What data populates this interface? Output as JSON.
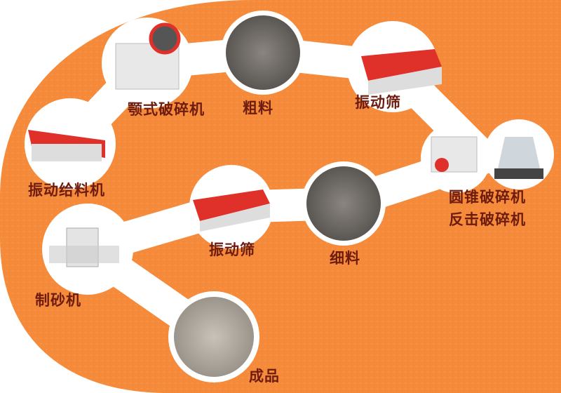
{
  "colors": {
    "background": "#f58a3a",
    "path": "#ffffff",
    "label": "#6e1c10",
    "accent_red": "#e0302a"
  },
  "nodes": [
    {
      "label": "振动给料机",
      "icon": "vibrating-feeder"
    },
    {
      "label": "颚式破碎机",
      "icon": "jaw-crusher"
    },
    {
      "label": "粗料",
      "icon": "coarse-aggregate"
    },
    {
      "label": "振动筛",
      "icon": "vibrating-screen"
    },
    {
      "label": "圆锥破碎机",
      "icon": "cone-crusher"
    },
    {
      "label": "反击破碎机",
      "icon": "impact-crusher"
    },
    {
      "label": "细料",
      "icon": "fine-aggregate"
    },
    {
      "label": "振动筛",
      "icon": "vibrating-screen"
    },
    {
      "label": "制砂机",
      "icon": "sand-making-machine"
    },
    {
      "label": "成品",
      "icon": "finished-sand"
    }
  ]
}
